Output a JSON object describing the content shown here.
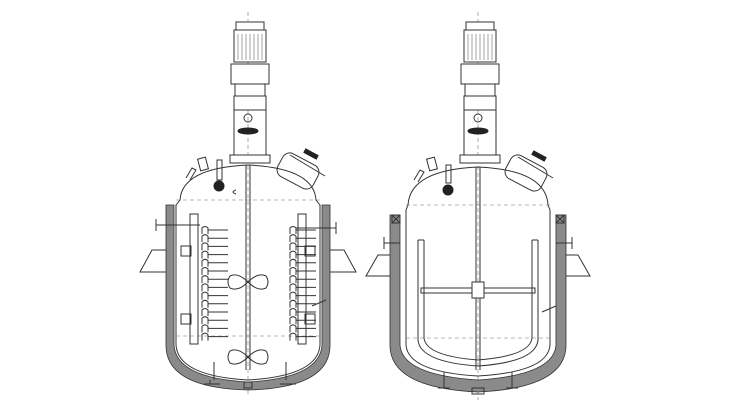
{
  "colors": {
    "line": "#333333",
    "jacket_fill": "#8a8a8a",
    "background": "#ffffff"
  },
  "figures": [
    {
      "id": "reactor-coil-jacket",
      "agitator": "double-propeller",
      "internal_coils": true
    },
    {
      "id": "reactor-anchor-jacket",
      "agitator": "anchor",
      "internal_coils": false
    }
  ]
}
